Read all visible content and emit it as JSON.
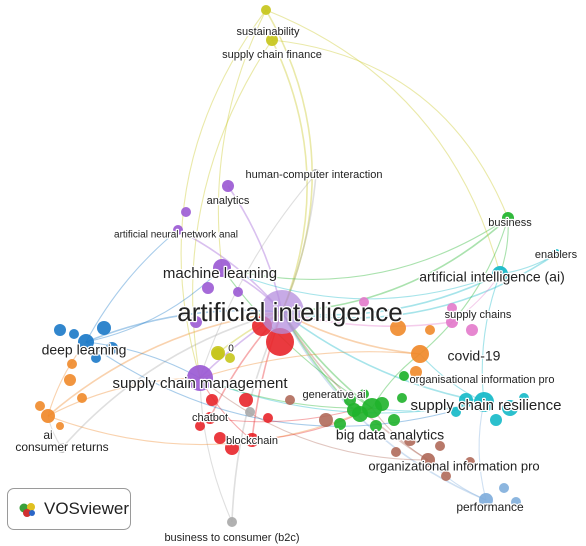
{
  "app": {
    "brand": "VOSviewer",
    "brand_icon": "vosviewer-logo-icon"
  },
  "colors": {
    "red": "#e8252a",
    "green": "#1fb32b",
    "blue": "#1b79c8",
    "yellow": "#c7c61c",
    "purple": "#9b5ad4",
    "cyan": "#14b9c8",
    "orange": "#f0892a",
    "brown": "#b06a5a",
    "pink": "#e37acb",
    "lightblue": "#80aedc",
    "gray": "#aaaaaa",
    "lightpurple": "#b48ede"
  },
  "network": {
    "nodes": [
      {
        "id": "n1",
        "label": "artificial intelligence",
        "color": "lightpurple",
        "weight": 10
      },
      {
        "id": "n2",
        "label": "machine learning",
        "color": "purple",
        "weight": 5
      },
      {
        "id": "n3",
        "label": "supply chain management",
        "color": "purple",
        "weight": 7
      },
      {
        "id": "n4",
        "label": "analytics",
        "color": "purple",
        "weight": 2
      },
      {
        "id": "n5",
        "label": "artificial neural network anal",
        "color": "purple",
        "weight": 2
      },
      {
        "id": "n6",
        "label": "deep learning",
        "color": "blue",
        "weight": 4
      },
      {
        "id": "n7",
        "label": "ai",
        "color": "orange",
        "weight": 3
      },
      {
        "id": "n8",
        "label": "consumer returns",
        "color": "gray",
        "weight": 2
      },
      {
        "id": "n9",
        "label": "sustainability",
        "color": "yellow",
        "weight": 2
      },
      {
        "id": "n10",
        "label": "supply chain finance",
        "color": "yellow",
        "weight": 2
      },
      {
        "id": "n11",
        "label": "human-computer interaction",
        "color": "gray",
        "weight": 2
      },
      {
        "id": "n12",
        "label": "business",
        "color": "green",
        "weight": 2
      },
      {
        "id": "n13",
        "label": "enablers",
        "color": "cyan",
        "weight": 2
      },
      {
        "id": "n14",
        "label": "artificial intelligence (ai)",
        "color": "cyan",
        "weight": 4
      },
      {
        "id": "n15",
        "label": "supply chains",
        "color": "pink",
        "weight": 2
      },
      {
        "id": "n16",
        "label": "covid-19",
        "color": "orange",
        "weight": 4
      },
      {
        "id": "n17",
        "label": "organisational information pro",
        "color": "green",
        "weight": 2
      },
      {
        "id": "n18",
        "label": "supply chain resilience",
        "color": "cyan",
        "weight": 5
      },
      {
        "id": "n19",
        "label": "generative ai",
        "color": "green",
        "weight": 3
      },
      {
        "id": "n20",
        "label": "big data analytics",
        "color": "green",
        "weight": 5
      },
      {
        "id": "n21",
        "label": "organizational information pro",
        "color": "brown",
        "weight": 3
      },
      {
        "id": "n22",
        "label": "performance",
        "color": "lightblue",
        "weight": 2
      },
      {
        "id": "n23",
        "label": "chatbot",
        "color": "red",
        "weight": 2
      },
      {
        "id": "n24",
        "label": "blockchain",
        "color": "red",
        "weight": 3
      },
      {
        "id": "n25",
        "label": "0",
        "color": "yellow",
        "weight": 2
      },
      {
        "id": "n26",
        "label": "business to consumer (b2c)",
        "color": "gray",
        "weight": 2
      }
    ]
  }
}
